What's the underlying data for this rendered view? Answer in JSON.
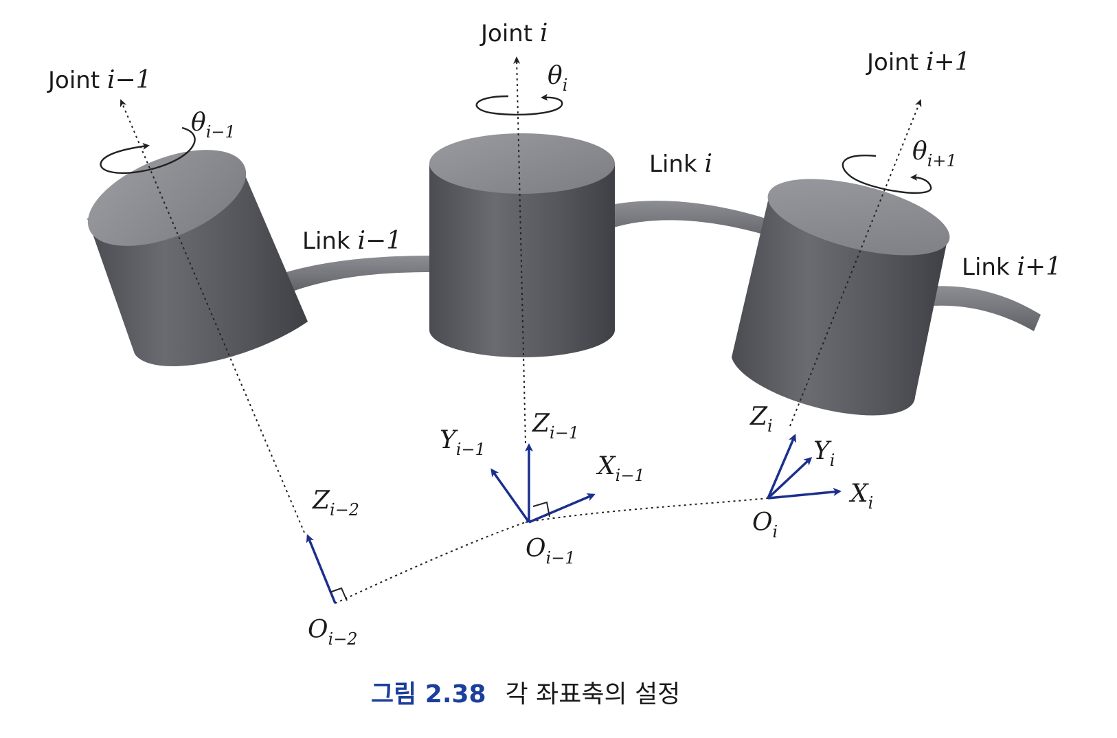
{
  "colors": {
    "axis_blue": "#1b2f8c",
    "cylinder_gray": "#5c5d63",
    "cylinder_top": "#8b8c91",
    "link_gray": "#7a7b80",
    "caption_blue": "#1b3f9a"
  },
  "labels": {
    "joint_prev": {
      "base": "Joint ",
      "sub": "i−1"
    },
    "joint_cur": {
      "base": "Joint ",
      "sub": "i"
    },
    "joint_next": {
      "base": "Joint ",
      "sub": "i+1"
    },
    "link_prev": {
      "base": "Link ",
      "sub": "i−1"
    },
    "link_cur": {
      "base": "Link ",
      "sub": "i"
    },
    "link_next": {
      "base": "Link ",
      "sub": "i+1"
    },
    "theta_prev": {
      "sym": "θ",
      "sub": "i−1"
    },
    "theta_cur": {
      "sym": "θ",
      "sub": "i"
    },
    "theta_next": {
      "sym": "θ",
      "sub": "i+1"
    },
    "z_im2": {
      "sym": "Z",
      "sub": "i−2"
    },
    "o_im2": {
      "sym": "O",
      "sub": "i−2"
    },
    "y_im1": {
      "sym": "Y",
      "sub": "i−1"
    },
    "z_im1": {
      "sym": "Z",
      "sub": "i−1"
    },
    "x_im1": {
      "sym": "X",
      "sub": "i−1"
    },
    "o_im1": {
      "sym": "O",
      "sub": "i−1"
    },
    "z_i": {
      "sym": "Z",
      "sub": "i"
    },
    "y_i": {
      "sym": "Y",
      "sub": "i"
    },
    "x_i": {
      "sym": "X",
      "sub": "i"
    },
    "o_i": {
      "sym": "O",
      "sub": "i"
    }
  },
  "caption": {
    "number": "그림 2.38",
    "text": "각 좌표축의 설정"
  }
}
